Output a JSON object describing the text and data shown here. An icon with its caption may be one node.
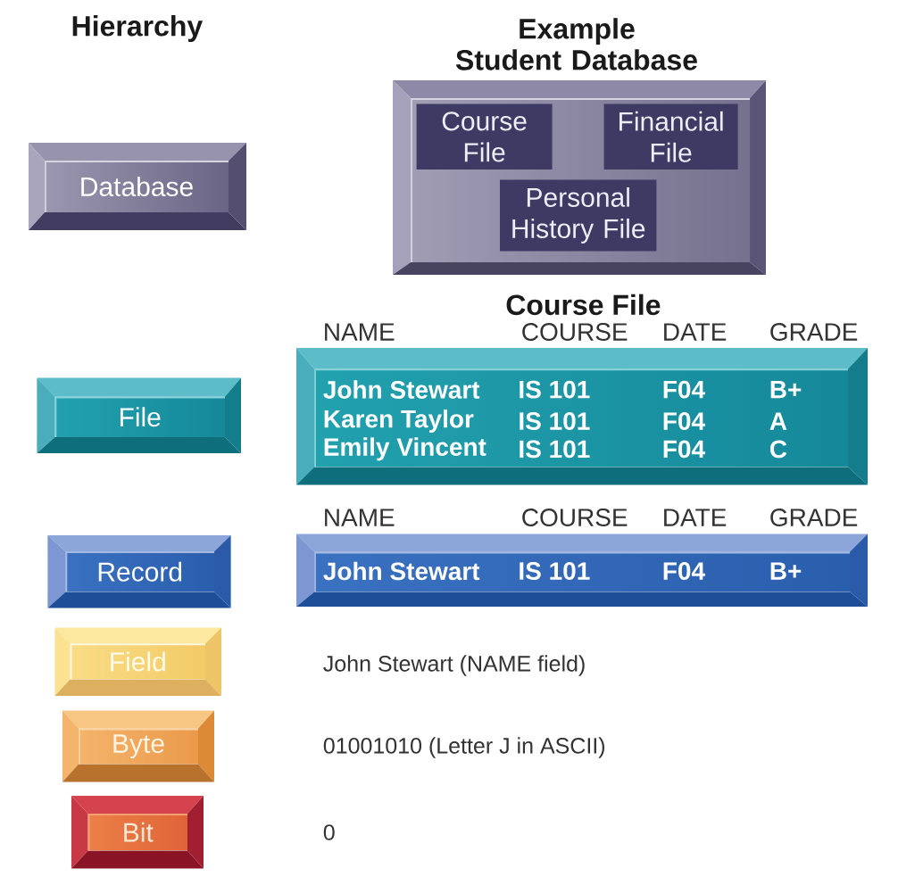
{
  "diagram": {
    "nodes": [
      {
        "text": [
          "Database"
        ]
      },
      {
        "text": [
          "Example Student Database"
        ]
      },
      {
        "text": [
          "Course File"
        ],
        "in": 1
      },
      {
        "text": [
          "Financial File"
        ],
        "in": 1
      },
      {
        "text": [
          "Personal History File"
        ],
        "in": 1
      },
      {
        "text": [
          "File"
        ]
      },
      {
        "text": [
          "Course File",
          "John Stewart",
          "IS 101",
          "F04",
          "B+",
          "Karen Taylor",
          "IS 101",
          "F04",
          "A",
          "Emily Vincent",
          "IS 101",
          "F04",
          "C"
        ]
      },
      {
        "text": [
          "Record"
        ]
      },
      {
        "text": [
          "John Stewart",
          "IS 101",
          "F04",
          "B+"
        ]
      },
      {
        "text": [
          "Field"
        ]
      },
      {
        "text": [
          "Byte"
        ]
      },
      {
        "text": [
          "Bit"
        ]
      }
    ],
    "labels": [
      "Hierarchy",
      "NAME",
      "COURSE",
      "DATE",
      "GRADE",
      "NAME",
      "COURSE",
      "DATE",
      "GRADE",
      "John Stewart (NAME field)",
      "01001010 (Letter J in ASCII)",
      "0"
    ]
  }
}
